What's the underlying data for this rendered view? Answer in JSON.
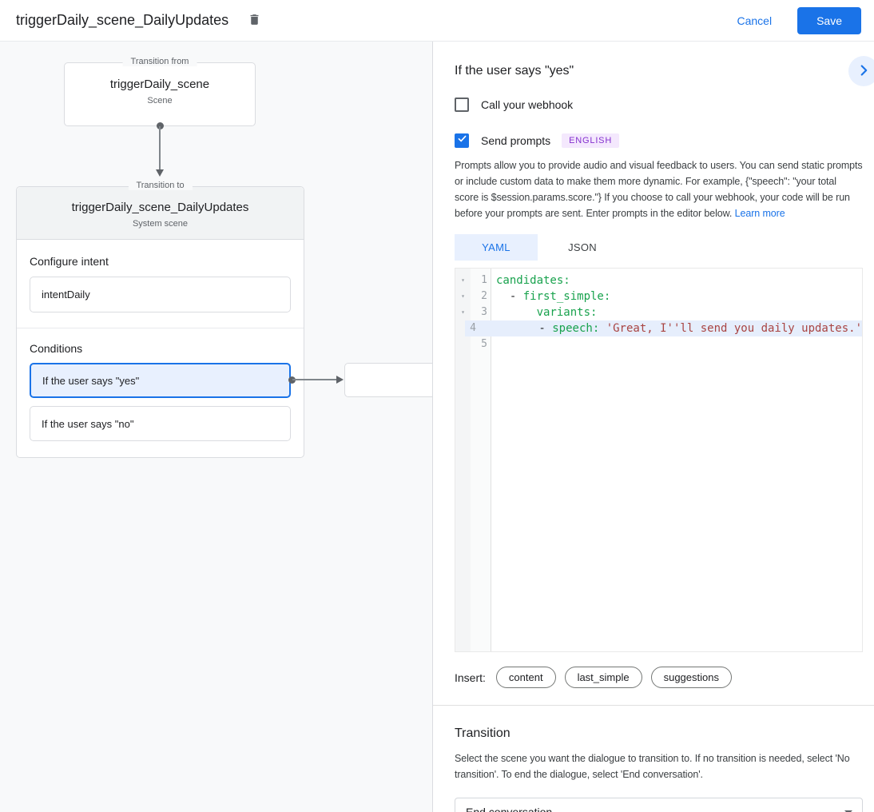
{
  "header": {
    "title": "triggerDaily_scene_DailyUpdates",
    "cancel_label": "Cancel",
    "save_label": "Save"
  },
  "flow": {
    "from_box": {
      "legend": "Transition from",
      "title": "triggerDaily_scene",
      "subtitle": "Scene"
    },
    "to_card": {
      "legend": "Transition to",
      "title": "triggerDaily_scene_DailyUpdates",
      "subtitle": "System scene",
      "configure_intent_label": "Configure intent",
      "intent_value": "intentDaily",
      "conditions_label": "Conditions",
      "conditions": [
        {
          "label": "If the user says \"yes\"",
          "selected": true
        },
        {
          "label": "If the user says \"no\"",
          "selected": false
        }
      ]
    }
  },
  "detail": {
    "title": "If the user says \"yes\"",
    "webhook": {
      "label": "Call your webhook",
      "checked": false
    },
    "prompts": {
      "label": "Send prompts",
      "checked": true,
      "badge": "ENGLISH"
    },
    "description": "Prompts allow you to provide audio and visual feedback to users. You can send static prompts or include custom data to make them more dynamic. For example, {\"speech\": \"your total score is $session.params.score.\"} If you choose to call your webhook, your code will be run before your prompts are sent. Enter prompts in the editor below. ",
    "learn_more_label": "Learn more",
    "tabs": [
      {
        "label": "YAML",
        "active": true
      },
      {
        "label": "JSON",
        "active": false
      }
    ],
    "editor": {
      "lines": [
        {
          "num": 1,
          "fold": true,
          "highlight": false,
          "segments": [
            {
              "c": "key",
              "t": "candidates:"
            }
          ]
        },
        {
          "num": 2,
          "fold": true,
          "highlight": false,
          "segments": [
            {
              "c": "plain",
              "t": "  - "
            },
            {
              "c": "key",
              "t": "first_simple:"
            }
          ]
        },
        {
          "num": 3,
          "fold": true,
          "highlight": false,
          "segments": [
            {
              "c": "plain",
              "t": "      "
            },
            {
              "c": "key",
              "t": "variants:"
            }
          ]
        },
        {
          "num": 4,
          "fold": false,
          "highlight": true,
          "segments": [
            {
              "c": "plain",
              "t": "        - "
            },
            {
              "c": "key",
              "t": "speech:"
            },
            {
              "c": "plain",
              "t": " "
            },
            {
              "c": "str",
              "t": "'Great, I''ll send you daily updates.'"
            }
          ]
        },
        {
          "num": 5,
          "fold": false,
          "highlight": false,
          "segments": []
        }
      ]
    },
    "insert": {
      "label": "Insert:",
      "chips": [
        "content",
        "last_simple",
        "suggestions"
      ]
    },
    "transition": {
      "title": "Transition",
      "description": "Select the scene you want the dialogue to transition to. If no transition is needed, select 'No transition'. To end the dialogue, select 'End conversation'.",
      "dropdown_value": "End conversation"
    }
  },
  "colors": {
    "accent_blue": "#1a73e8",
    "selected_fill": "#e8f0fe",
    "badge_purple": "#8430ce",
    "yaml_key_green": "#18a24d",
    "yaml_string_red": "#a94442",
    "connector_gray": "#5f6368"
  }
}
